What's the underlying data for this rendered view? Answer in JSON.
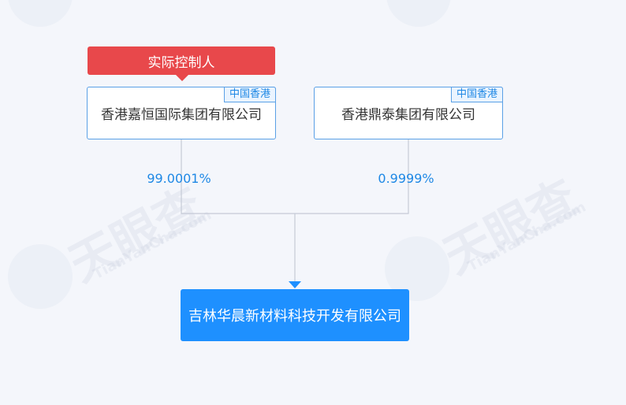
{
  "watermark": {
    "brand": "天眼查",
    "site": "TianYanCha.com"
  },
  "controller_label": "实际控制人",
  "shareholders": [
    {
      "name": "香港嘉恒国际集团有限公司",
      "region": "中国香港",
      "share": "99.0001%"
    },
    {
      "name": "香港鼎泰集团有限公司",
      "region": "中国香港",
      "share": "0.9999%"
    }
  ],
  "target_company": "吉林华晨新材料科技开发有限公司",
  "colors": {
    "controller_tag": "#e8484b",
    "node_border": "#5aa0e6",
    "percent_text": "#1e88e5",
    "target_fill": "#1e90ff",
    "connector": "#c5cad6"
  }
}
